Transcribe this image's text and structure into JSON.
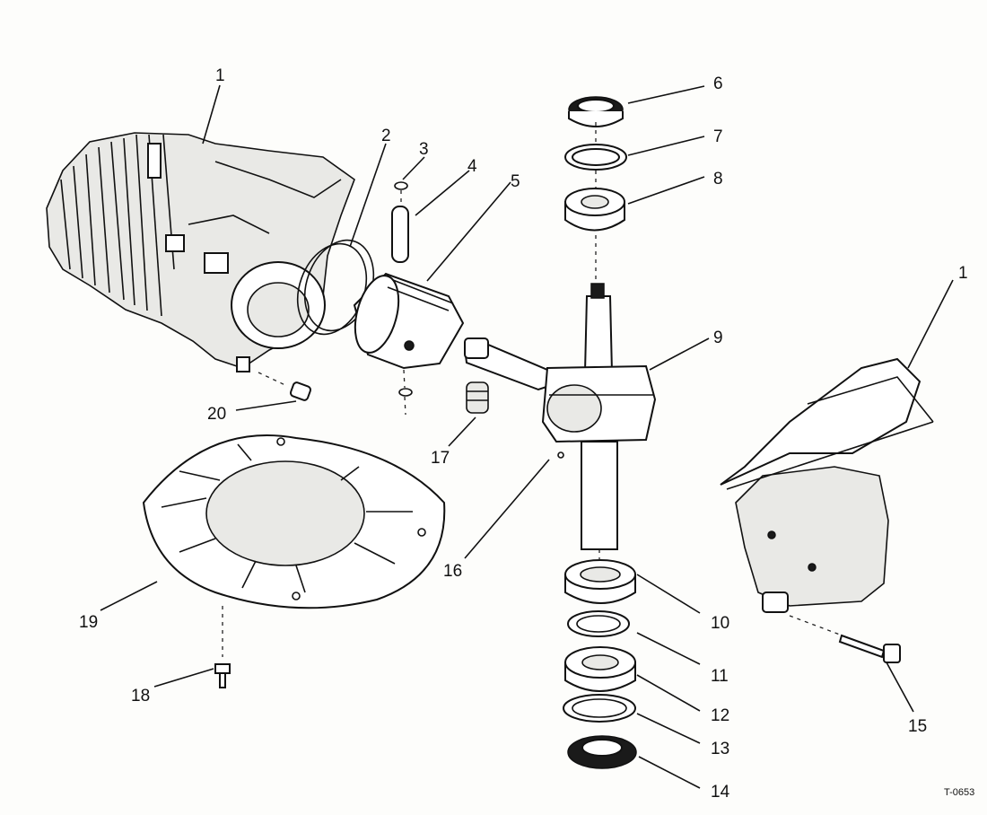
{
  "diagram": {
    "callouts": [
      {
        "id": "1-left",
        "text": "1"
      },
      {
        "id": "2",
        "text": "2"
      },
      {
        "id": "3",
        "text": "3"
      },
      {
        "id": "4",
        "text": "4"
      },
      {
        "id": "5",
        "text": "5"
      },
      {
        "id": "6",
        "text": "6"
      },
      {
        "id": "7",
        "text": "7"
      },
      {
        "id": "8",
        "text": "8"
      },
      {
        "id": "9",
        "text": "9"
      },
      {
        "id": "1-right",
        "text": "1"
      },
      {
        "id": "20",
        "text": "20"
      },
      {
        "id": "17",
        "text": "17"
      },
      {
        "id": "16",
        "text": "16"
      },
      {
        "id": "19",
        "text": "19"
      },
      {
        "id": "10",
        "text": "10"
      },
      {
        "id": "11",
        "text": "11"
      },
      {
        "id": "12",
        "text": "12"
      },
      {
        "id": "13",
        "text": "13"
      },
      {
        "id": "14",
        "text": "14"
      },
      {
        "id": "15",
        "text": "15"
      },
      {
        "id": "18",
        "text": "18"
      }
    ],
    "figure_ref": "T-0653"
  }
}
